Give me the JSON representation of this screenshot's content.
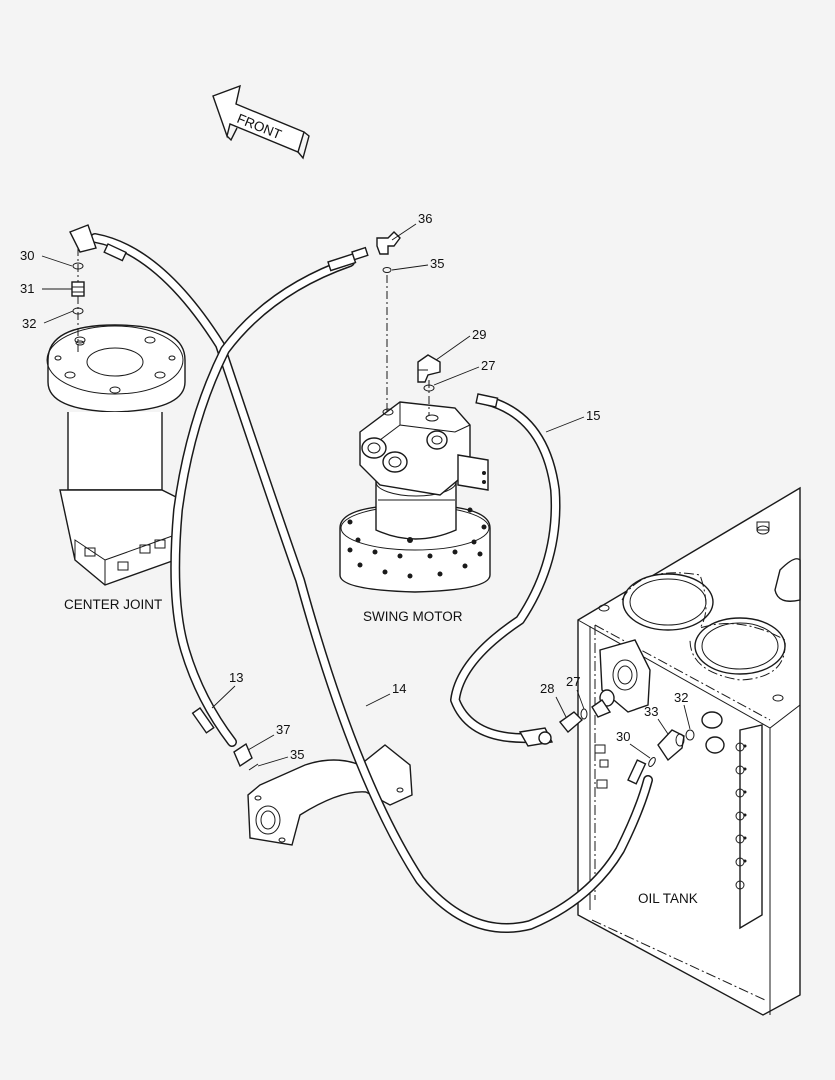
{
  "front_arrow": {
    "text": "FRONT"
  },
  "components": {
    "center_joint": "CENTER JOINT",
    "swing_motor": "SWING MOTOR",
    "oil_tank": "OIL TANK"
  },
  "callouts": [
    {
      "id": "c36",
      "text": "36"
    },
    {
      "id": "c35a",
      "text": "35"
    },
    {
      "id": "c30a",
      "text": "30"
    },
    {
      "id": "c31",
      "text": "31"
    },
    {
      "id": "c32a",
      "text": "32"
    },
    {
      "id": "c29",
      "text": "29"
    },
    {
      "id": "c27a",
      "text": "27"
    },
    {
      "id": "c15",
      "text": "15"
    },
    {
      "id": "c13",
      "text": "13"
    },
    {
      "id": "c14",
      "text": "14"
    },
    {
      "id": "c37",
      "text": "37"
    },
    {
      "id": "c35b",
      "text": "35"
    },
    {
      "id": "c28",
      "text": "28"
    },
    {
      "id": "c27b",
      "text": "27"
    },
    {
      "id": "c33",
      "text": "33"
    },
    {
      "id": "c32b",
      "text": "32"
    },
    {
      "id": "c30b",
      "text": "30"
    }
  ]
}
